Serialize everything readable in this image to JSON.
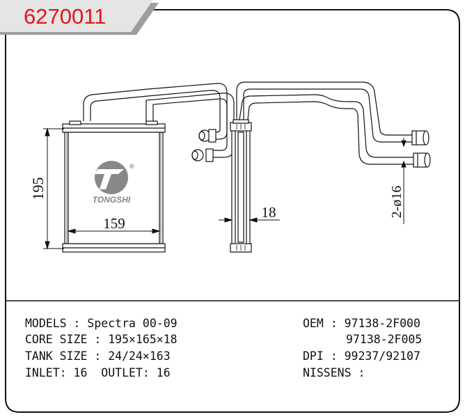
{
  "header": {
    "part_number": "6270011"
  },
  "drawing": {
    "dim_height": "195",
    "dim_width": "159",
    "dim_thickness": "18",
    "dim_pipe": "2-ø16",
    "logo_text": "TONGSHI",
    "logo_registered": "®"
  },
  "specs": {
    "models_label": "MODELS",
    "models_value": "Spectra 00-09",
    "core_label": "CORE SIZE",
    "core_value": "195×165×18",
    "tank_label": "TANK SIZE",
    "tank_value": "24/24×163",
    "inlet_label": "INLET",
    "inlet_value": "16",
    "outlet_label": "OUTLET",
    "outlet_value": "16",
    "oem_label": "OEM",
    "oem_values": [
      "97138-2F000",
      "97138-2F005"
    ],
    "dpi_label": "DPI",
    "dpi_value": "99237/92107",
    "nissens_label": "NISSENS",
    "nissens_value": ""
  }
}
